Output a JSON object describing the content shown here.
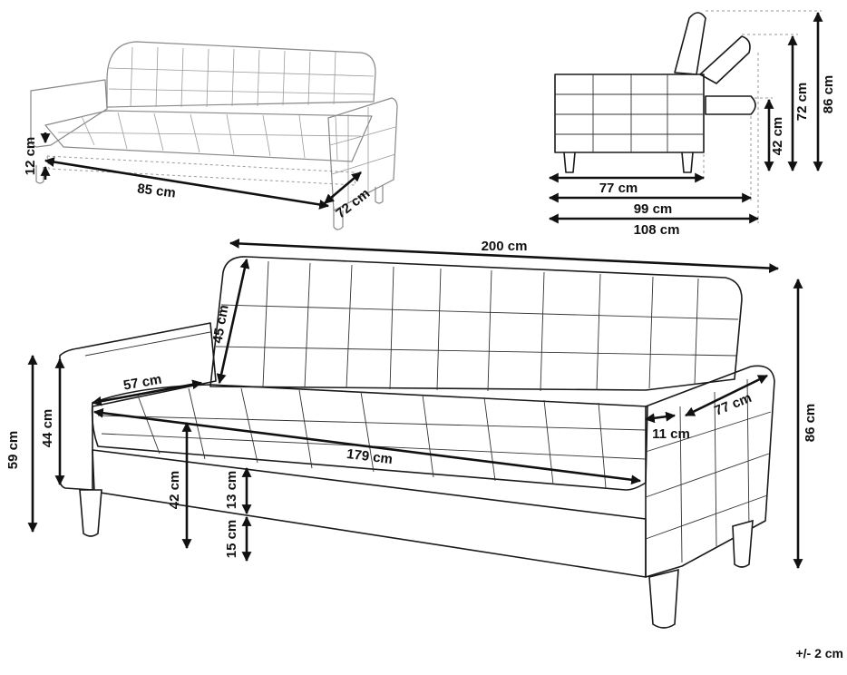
{
  "colors": {
    "line": "#1a1a1a",
    "dimension": "#111111",
    "faint": "#9a9a9a"
  },
  "views": {
    "small_bed": {
      "dims": [
        {
          "label": "12 cm"
        },
        {
          "label": "85 cm"
        },
        {
          "label": "72 cm"
        }
      ]
    },
    "side": {
      "dims": [
        {
          "label": "77 cm"
        },
        {
          "label": "99 cm"
        },
        {
          "label": "108 cm"
        },
        {
          "label": "42 cm"
        },
        {
          "label": "72 cm"
        },
        {
          "label": "86 cm"
        }
      ]
    },
    "main": {
      "dims": [
        {
          "label": "200 cm"
        },
        {
          "label": "45 cm"
        },
        {
          "label": "57 cm"
        },
        {
          "label": "59 cm"
        },
        {
          "label": "44 cm"
        },
        {
          "label": "179 cm"
        },
        {
          "label": "42 cm"
        },
        {
          "label": "13 cm"
        },
        {
          "label": "15 cm"
        },
        {
          "label": "11 cm"
        },
        {
          "label": "77 cm"
        },
        {
          "label": "86 cm"
        }
      ]
    }
  },
  "tolerance": "+/- 2 cm"
}
